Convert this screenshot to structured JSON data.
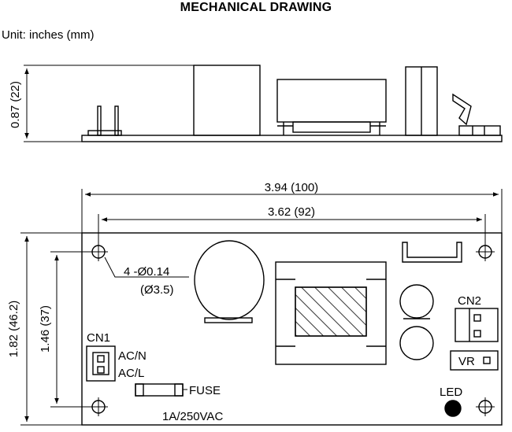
{
  "title": "MECHANICAL DRAWING",
  "unit": "Unit: inches (mm)",
  "side_view": {
    "height_label": "0.87 (22)"
  },
  "top_view": {
    "width_overall_label": "3.94 (100)",
    "width_holes_label": "3.62 (92)",
    "height_overall_label": "1.82 (46.2)",
    "height_holes_label": "1.46 (37)",
    "hole_label_line1": "4 -Ø0.14",
    "hole_label_line2": "(Ø3.5)",
    "cn1_label": "CN1",
    "ac_n_label": "AC/N",
    "ac_l_label": "AC/L",
    "fuse_label": "FUSE",
    "fuse_rating": "1A/250VAC",
    "cn2_label": "CN2",
    "vr_label": "VR",
    "led_label": "LED"
  },
  "colors": {
    "line": "#000000",
    "hatch": "#000000",
    "background": "#ffffff"
  }
}
